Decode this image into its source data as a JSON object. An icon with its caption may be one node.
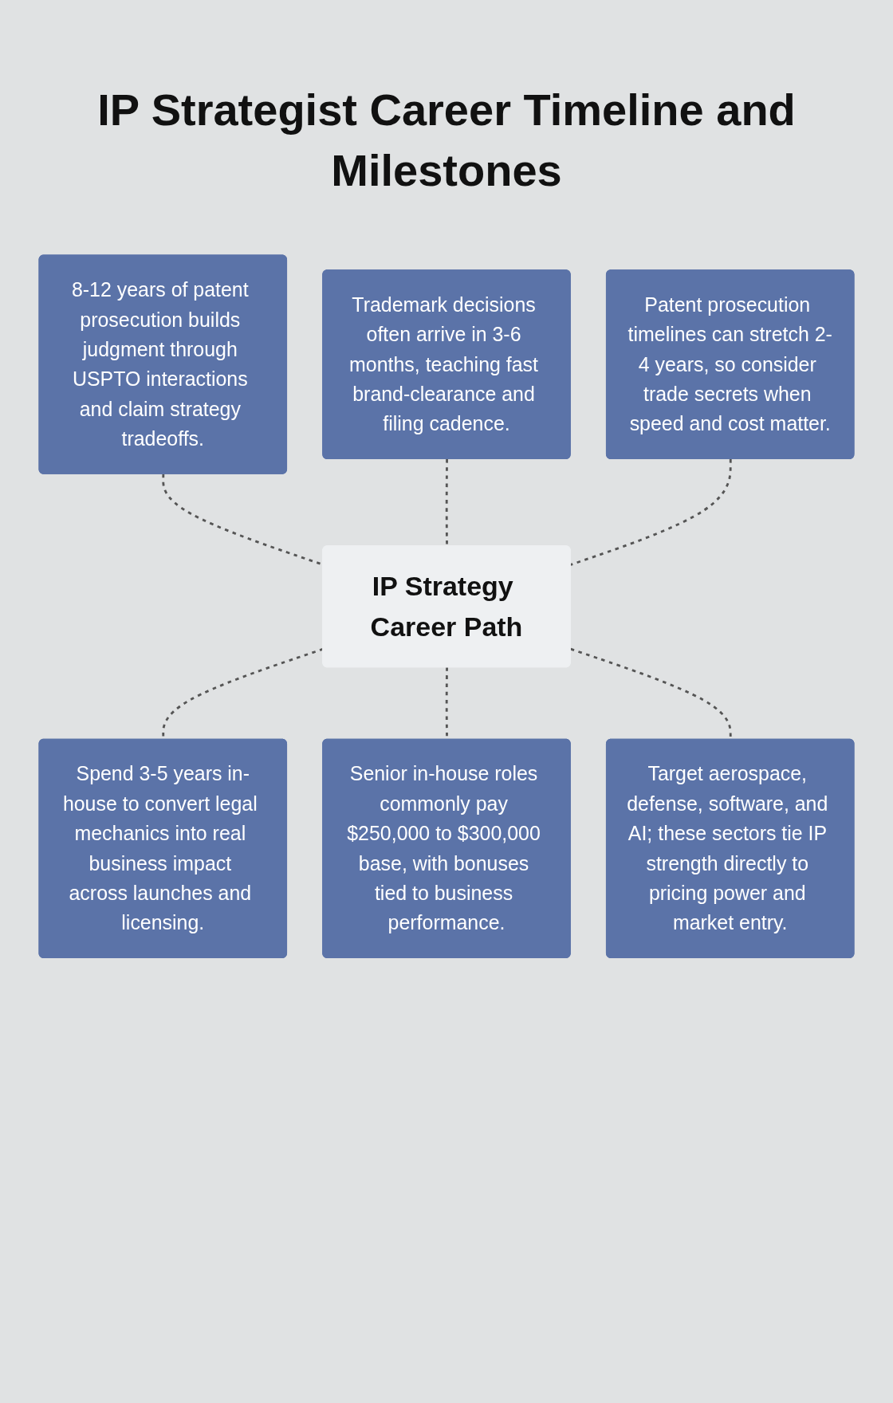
{
  "diagram": {
    "title": "IP Strategist Career Timeline and Milestones",
    "nodes": [
      {
        "text": [
          "8-12 years of patent prosecution builds judgment through USPTO interactions and claim strategy tradeoffs."
        ]
      },
      {
        "text": [
          "Trademark decisions often arrive in 3-6 months, teaching fast brand-clearance and filing cadence."
        ]
      },
      {
        "text": [
          "Patent prosecution timelines can stretch 2-4 years, so consider trade secrets when speed and cost matter."
        ]
      },
      {
        "text": [
          "IP Strategy Career Path"
        ]
      },
      {
        "text": [
          "Spend 3-5 years in-house to convert legal mechanics into real business impact across launches and licensing."
        ]
      },
      {
        "text": [
          "Senior in-house roles commonly pay $250,000 to $300,000 base, with bonuses tied to business performance."
        ]
      },
      {
        "text": [
          "Target aerospace, defense, software, and AI; these sectors tie IP strength directly to pricing power and market entry."
        ]
      }
    ],
    "edges": [
      {
        "from": 0,
        "to": 3,
        "arrow": "none",
        "style": "dashed"
      },
      {
        "from": 1,
        "to": 3,
        "arrow": "none",
        "style": "dashed"
      },
      {
        "from": 2,
        "to": 3,
        "arrow": "none",
        "style": "dashed"
      },
      {
        "from": 3,
        "to": 4,
        "arrow": "none",
        "style": "dashed"
      },
      {
        "from": 3,
        "to": 5,
        "arrow": "none",
        "style": "dashed"
      },
      {
        "from": 3,
        "to": 6,
        "arrow": "none",
        "style": "dashed"
      }
    ]
  }
}
